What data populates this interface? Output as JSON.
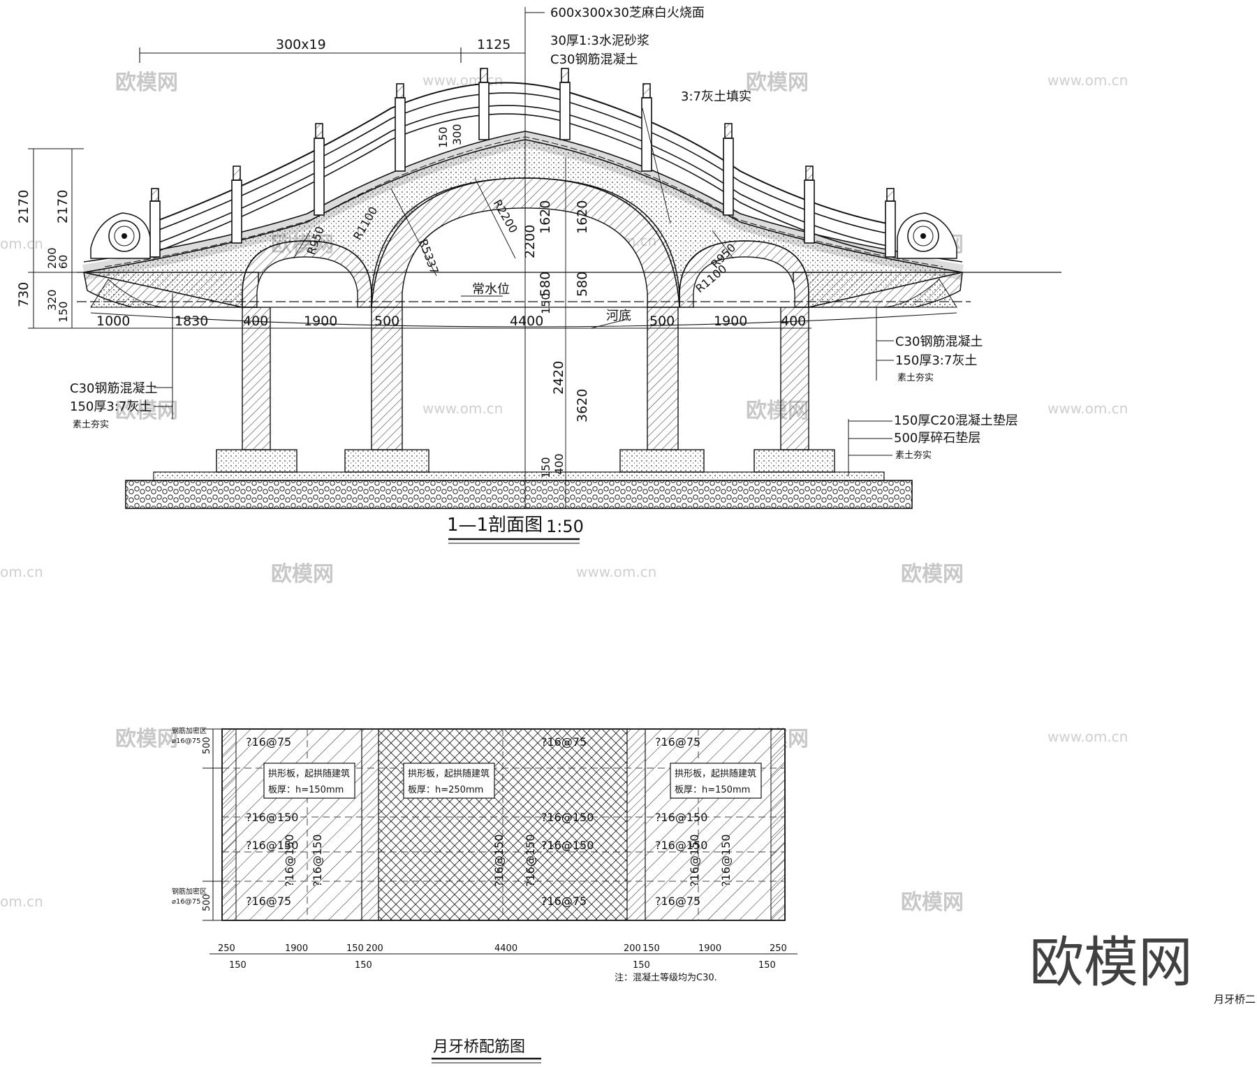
{
  "watermark": {
    "brand": "欧模网",
    "url": "www.om.cn",
    "url_short": "om.cn"
  },
  "section": {
    "title": "1—1剖面图",
    "scale": "1:50",
    "top_notes": [
      "600x300x30芝麻白火烧面",
      "30厚1:3水泥砂浆",
      "C30钢筋混凝土"
    ],
    "fill_note": "3:7灰土填实",
    "water_level": "常水位",
    "riverbed": "河底",
    "left_notes": [
      "C30钢筋混凝土",
      "150厚3:7灰土",
      "素土夯实"
    ],
    "right_notes": [
      "C30钢筋混凝土",
      "150厚3:7灰土",
      "素土夯实"
    ],
    "foundation_notes": [
      "150厚C20混凝土垫层",
      "500厚碎石垫层",
      "素土夯实"
    ],
    "top_dims": [
      "300x19",
      "1125"
    ],
    "bottom_dims": [
      "1000",
      "1830",
      "400",
      "1900",
      "500",
      "4400",
      "500",
      "1900",
      "400"
    ],
    "left_vertical_dims": [
      "2170",
      "2170",
      "60",
      "200",
      "730",
      "320",
      "150"
    ],
    "center_vertical_dims": [
      "1620",
      "1620",
      "2200",
      "580",
      "580",
      "150",
      "2420",
      "3620",
      "400",
      "150"
    ],
    "radius_labels": [
      "R2200",
      "R5337",
      "R1100",
      "R950",
      "R950",
      "R1100"
    ],
    "step_dims": [
      "300",
      "150"
    ]
  },
  "rebar": {
    "title": "月牙桥配筋图",
    "zone_note_lines": [
      "钢筋加密区",
      "⌀16@75"
    ],
    "side_heights": [
      "500",
      "500"
    ],
    "side_slab_lines": [
      "拱形板，起拱随建筑",
      "板厚：h=150mm"
    ],
    "center_slab_lines": [
      "拱形板，起拱随建筑",
      "板厚：h=250mm"
    ],
    "bar_75": "?16@75",
    "bar_150": "?16@150",
    "dims_top_row": [
      "250",
      "1900",
      "150",
      "200",
      "4400",
      "200",
      "150",
      "1900",
      "250"
    ],
    "dims_bottom_row": [
      "150",
      "150",
      "150",
      "150"
    ],
    "note": "注：混凝土等级均为C30."
  },
  "corner_label": "月牙桥二"
}
